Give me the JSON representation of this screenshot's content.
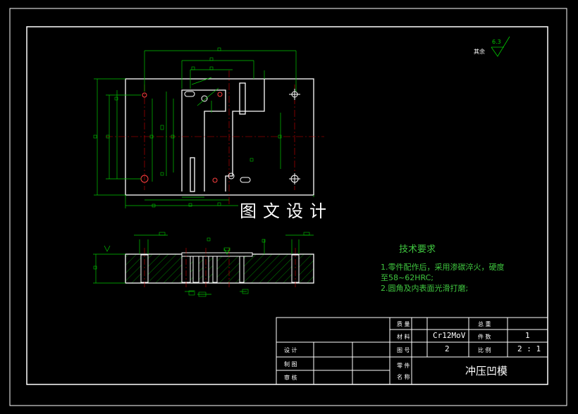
{
  "watermark": "图文设计",
  "roughness": {
    "label": "其余",
    "value": "6.3"
  },
  "technical_requirements": {
    "title": "技术要求",
    "items": [
      "1.零件配作后，采用渗碳淬火，硬度",
      "至58~62HRC;",
      "2.圆角及内表面光滑打磨;"
    ]
  },
  "title_block": {
    "weight_label": "质 量",
    "scale_qty_label": "总 重",
    "material_label": "材 料",
    "material_value": "Cr12MoV",
    "count_label": "件 数",
    "count_value": "1",
    "drawing_no_label": "图 号",
    "drawing_no_value": "2",
    "ratio_label": "比 例",
    "ratio_value": "2 : 1",
    "design_label": "设 计",
    "draw_label": "制 图",
    "review_label": "审 核",
    "part_name_label_1": "零 件",
    "part_name_label_2": "名 称",
    "part_name_value": "冲压凹模"
  },
  "colors": {
    "outline": "#ffffff",
    "dimension": "#00c800",
    "centerline": "#d00000",
    "text_green": "#3fc63f"
  }
}
